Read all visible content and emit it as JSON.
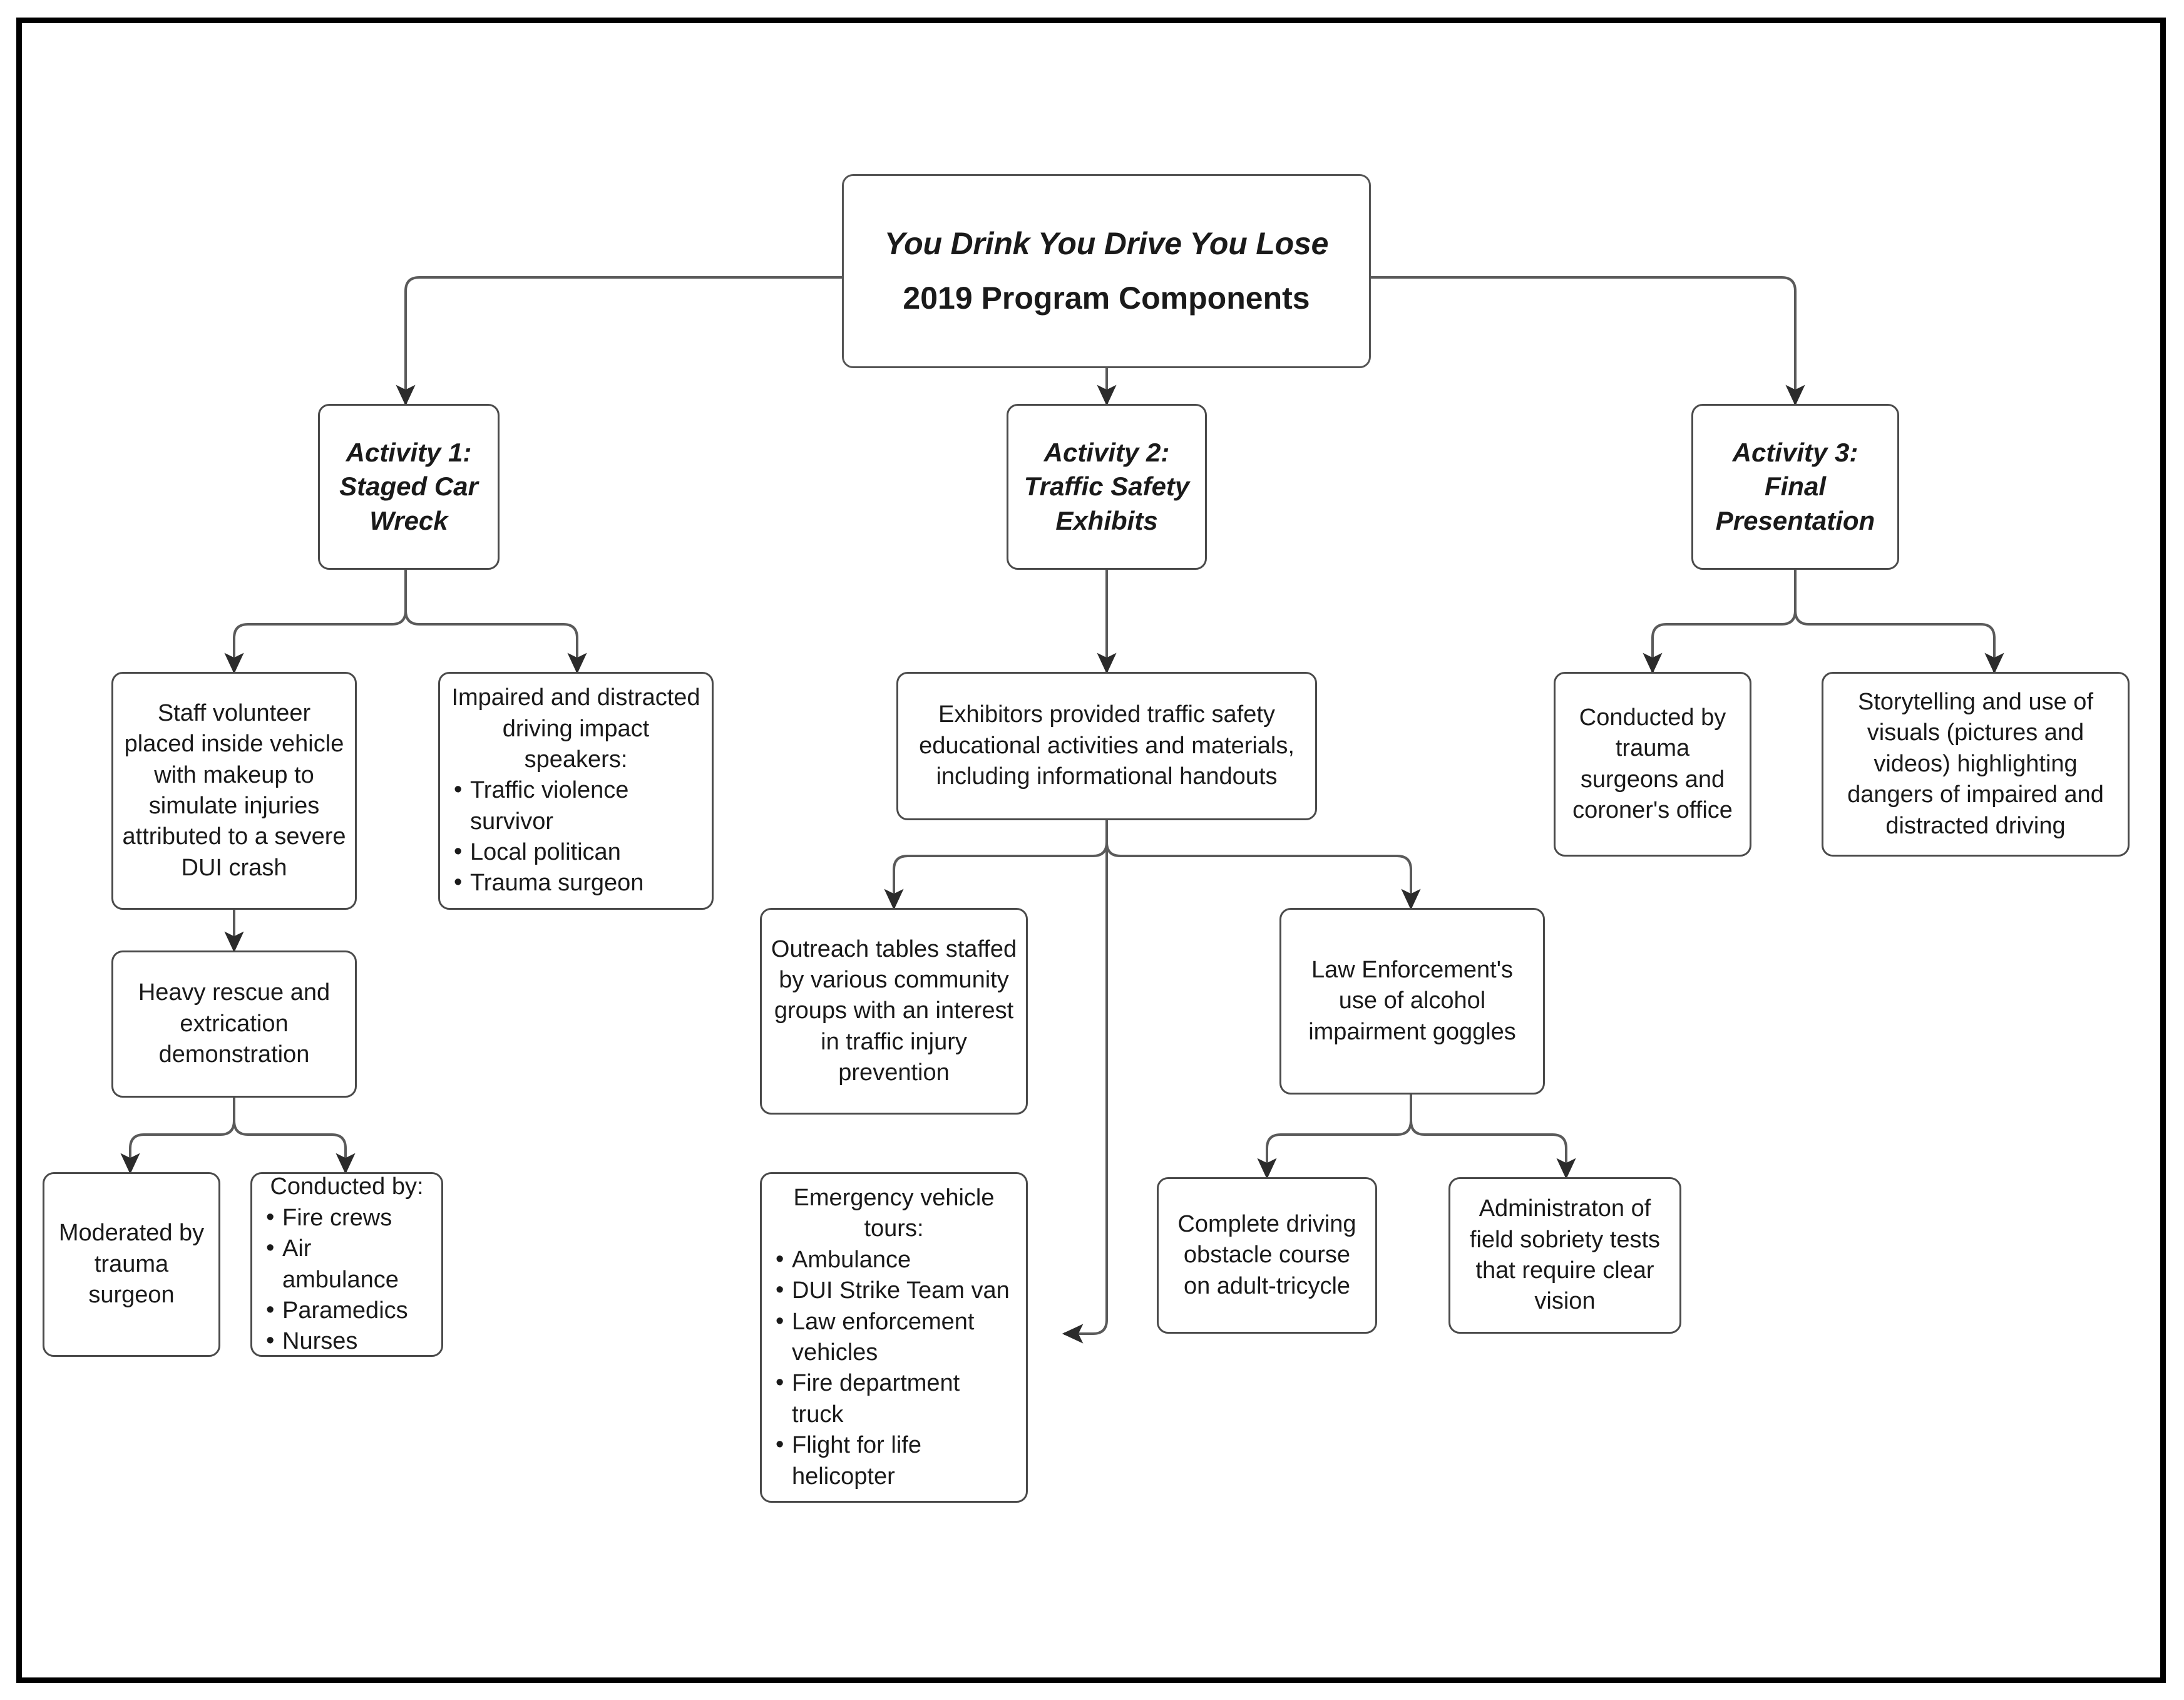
{
  "diagram": {
    "title_italic": "You Drink You Drive You Lose",
    "title_bold": "2019 Program Components",
    "activity1": {
      "line1": "Activity 1:",
      "line2": "Staged Car",
      "line3": "Wreck"
    },
    "activity2": {
      "line1": "Activity 2:",
      "line2": "Traffic Safety",
      "line3": "Exhibits"
    },
    "activity3": {
      "line1": "Activity 3:",
      "line2": "Final",
      "line3": "Presentation"
    },
    "a1_staff_volunteer": "Staff volunteer placed inside vehicle with makeup to simulate injuries attributed to a severe DUI crash",
    "a1_impact_speakers": {
      "lead": "Impaired and distracted driving impact speakers:",
      "items": [
        "Traffic violence survivor",
        "Local politican",
        "Trauma surgeon"
      ]
    },
    "a1_heavy_rescue": "Heavy rescue and extrication demonstration",
    "a1_moderated": "Moderated by trauma surgeon",
    "a1_conducted_by": {
      "lead": "Conducted by:",
      "items": [
        "Fire crews",
        "Air ambulance",
        "Paramedics",
        "Nurses"
      ]
    },
    "a2_exhibitors": "Exhibitors provided traffic safety educational activities and materials, including informational handouts",
    "a2_outreach_tables": "Outreach tables staffed by various community groups with an interest in traffic injury prevention",
    "a2_law_enforcement": "Law Enforcement's use of alcohol impairment goggles",
    "a2_vehicle_tours": {
      "lead": "Emergency vehicle tours:",
      "items": [
        "Ambulance",
        "DUI Strike Team van",
        "Law enforcement vehicles",
        "Fire department truck",
        "Flight for life helicopter"
      ]
    },
    "a2_obstacle_course": "Complete driving obstacle course on adult-tricycle",
    "a2_sobriety_tests": "Administraton of field sobriety tests that require clear vision",
    "a3_conducted_by": "Conducted by trauma surgeons and coroner's office",
    "a3_storytelling": "Storytelling and use of visuals (pictures and videos) highlighting dangers of impaired and distracted driving"
  },
  "colors": {
    "frame": "#000000",
    "node_border": "#4a4a4a",
    "connector": "#5a5a5a",
    "text": "#1a1a1a",
    "background": "#ffffff"
  }
}
